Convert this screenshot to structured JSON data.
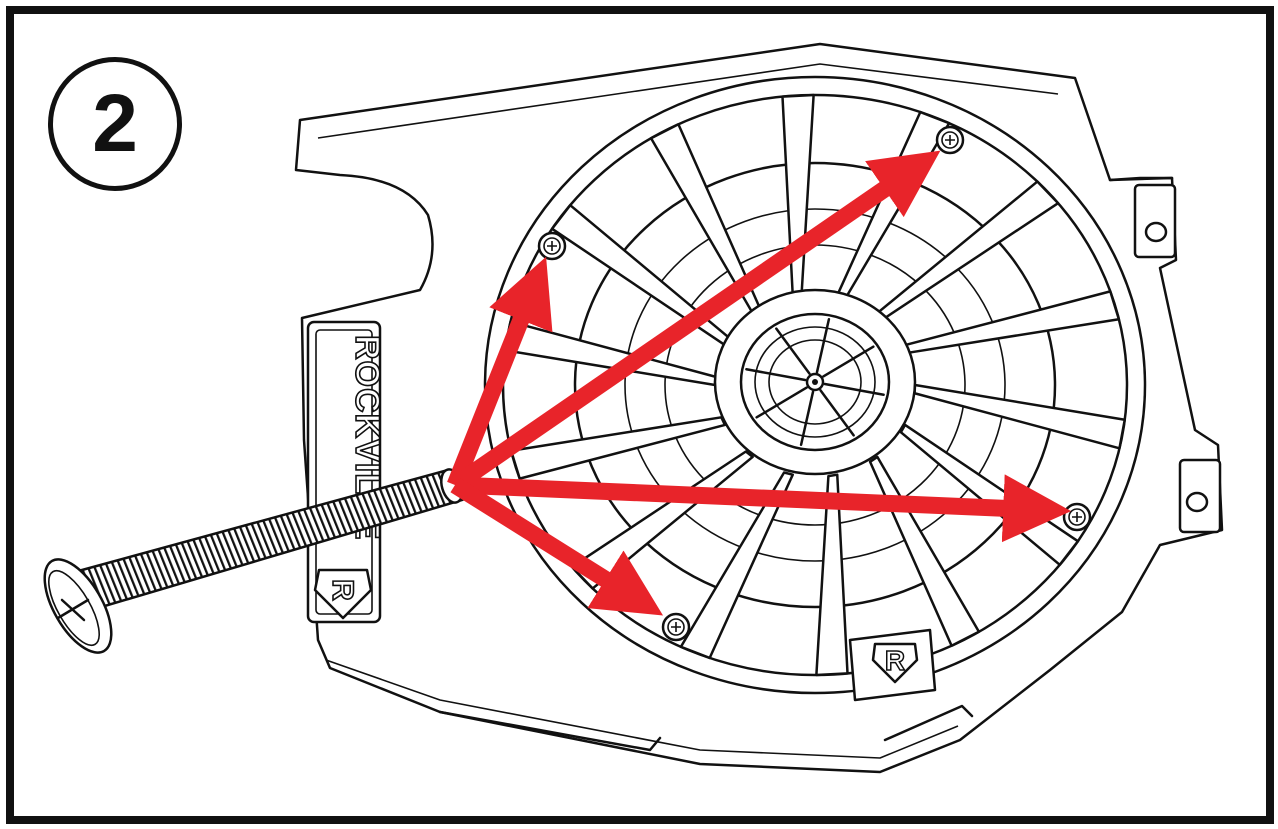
{
  "step_number": "2",
  "brand_text": "ROCKVILLE",
  "logo_mark": "R",
  "arrow_color": "#e8242a",
  "outline_color": "#111111",
  "icons": [
    "rockville-logo-icon",
    "screw-icon",
    "screw-hole-icon"
  ]
}
